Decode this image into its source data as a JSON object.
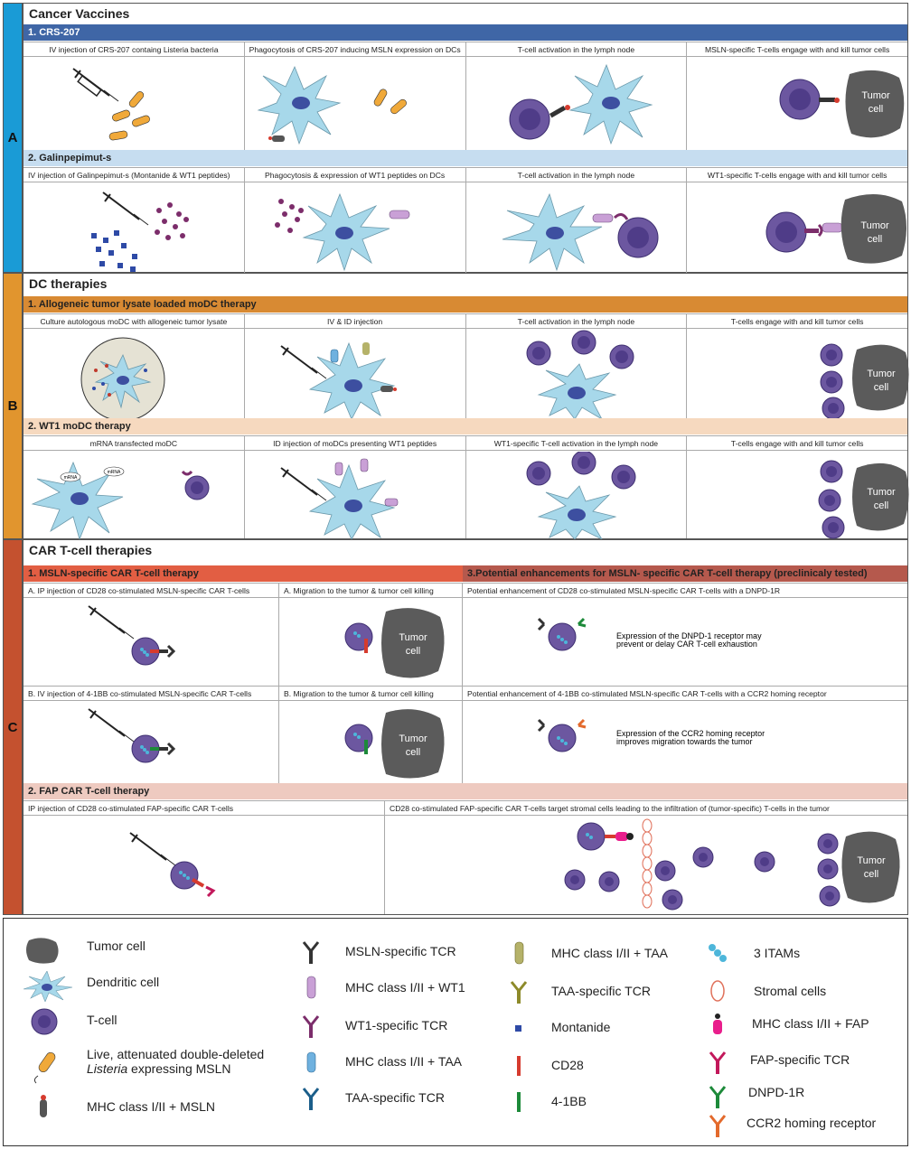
{
  "sections": {
    "a": {
      "letter": "A",
      "title": "Cancer Vaccines",
      "sub1": {
        "title": "1. CRS-207",
        "cells": [
          "IV injection of CRS-207 containg Listeria bacteria",
          "Phagocytosis of CRS-207 inducing MSLN expression on DCs",
          "T-cell activation in the lymph node",
          "MSLN-specific T-cells engage with and kill tumor cells"
        ]
      },
      "sub2": {
        "title": "2. Galinpepimut-s",
        "cells": [
          "IV injection of Galinpepimut-s (Montanide & WT1 peptides)",
          "Phagocytosis & expression of WT1 peptides on DCs",
          "T-cell activation in the lymph node",
          "WT1-specific T-cells engage with and kill tumor cells"
        ]
      }
    },
    "b": {
      "letter": "B",
      "title": "DC therapies",
      "sub1": {
        "title": "1. Allogeneic tumor lysate loaded moDC therapy",
        "cells": [
          "Culture autologous moDC with allogeneic tumor lysate",
          "IV & ID injection",
          "T-cell activation in the lymph node",
          "T-cells engage with and kill tumor cells"
        ]
      },
      "sub2": {
        "title": "2. WT1 moDC therapy",
        "cells": [
          "mRNA transfected moDC",
          "ID injection of moDCs presenting WT1 peptides",
          "WT1-specific T-cell activation in the lymph node",
          "T-cells engage with and kill tumor cells"
        ]
      }
    },
    "c": {
      "letter": "C",
      "title": "CAR T-cell therapies",
      "sub1": {
        "title": "1. MSLN-specific CAR T-cell therapy"
      },
      "sub3": {
        "title": "3.Potential enhancements for MSLN- specific CAR T-cell therapy (preclinicaly tested)"
      },
      "row1": [
        "A. IP injection of CD28 co-stimulated MSLN-specific CAR T-cells",
        "A. Migration to the tumor & tumor cell killing",
        "Potential enhancement of CD28 co-stimulated MSLN-specific CAR T-cells with a DNPD-1R"
      ],
      "row2": [
        "B. IV injection of 4-1BB co-stimulated MSLN-specific CAR T-cells",
        "B. Migration to the tumor & tumor cell killing",
        "Potential enhancement of 4-1BB co-stimulated MSLN-specific CAR T-cells with a CCR2 homing receptor"
      ],
      "note1": [
        "Expression of the DNPD-1 receptor may",
        "prevent or delay CAR T-cell exhaustion"
      ],
      "note2": [
        "Expression of the CCR2 homing receptor",
        "improves migration towards the tumor"
      ],
      "sub2": {
        "title": "2. FAP CAR T-cell therapy",
        "cells": [
          "IP injection of CD28 co-stimulated FAP-specific CAR T-cells",
          "CD28 co-stimulated FAP-specific CAR T-cells target stromal cells leading to the infiltration of  (tumor-specific) T-cells in the tumor"
        ]
      }
    }
  },
  "tumor_label": [
    "Tumor",
    "cell"
  ],
  "mrna_label": "mRNA",
  "legend": [
    {
      "label": "Tumor cell",
      "icon": "tumor"
    },
    {
      "label": "Dendritic cell",
      "icon": "dc"
    },
    {
      "label": "T-cell",
      "icon": "tcell"
    },
    {
      "label": "Live, attenuated double-deleted",
      "label2": "Listeria",
      "label3": " expressing MSLN",
      "icon": "listeria"
    },
    {
      "label": "MHC class I/II + MSLN",
      "icon": "mhc-msln"
    },
    {
      "label": "MSLN-specific TCR",
      "icon": "tcr-msln"
    },
    {
      "label": "MHC class I/II + WT1",
      "icon": "mhc-wt1"
    },
    {
      "label": "WT1-specific TCR",
      "icon": "tcr-wt1"
    },
    {
      "label": "MHC class I/II + TAA",
      "icon": "mhc-taa-blue"
    },
    {
      "label": "TAA-specific TCR",
      "icon": "tcr-taa-blue"
    },
    {
      "label": "MHC class I/II + TAA",
      "icon": "mhc-taa-olive"
    },
    {
      "label": "TAA-specific TCR",
      "icon": "tcr-taa-olive"
    },
    {
      "label": "Montanide",
      "icon": "montanide"
    },
    {
      "label": "CD28",
      "icon": "cd28"
    },
    {
      "label": "4-1BB",
      "icon": "41bb"
    },
    {
      "label": "3 ITAMs",
      "icon": "itams"
    },
    {
      "label": "Stromal cells",
      "icon": "stromal"
    },
    {
      "label": "MHC class I/II + FAP",
      "icon": "mhc-fap"
    },
    {
      "label": "FAP-specific TCR",
      "icon": "tcr-fap"
    },
    {
      "label": "DNPD-1R",
      "icon": "dnpd1r"
    },
    {
      "label": "CCR2 homing receptor",
      "icon": "ccr2"
    }
  ],
  "colors": {
    "a_band": "#3F66A6",
    "a_band2": "#C6DDF0",
    "a_side": "#1A9BD6",
    "b_band": "#D88A33",
    "b_band2": "#F6D9BF",
    "b_side": "#E1952E",
    "c_band": "#E25E43",
    "c_band3": "#B5594D",
    "c_band2": "#EECAC0",
    "c_side": "#C4512F",
    "tcell": "#6C57A0",
    "dc": "#A7D8EA",
    "tumor": "#5B5B5B",
    "wt1": "#7C2D6B"
  }
}
